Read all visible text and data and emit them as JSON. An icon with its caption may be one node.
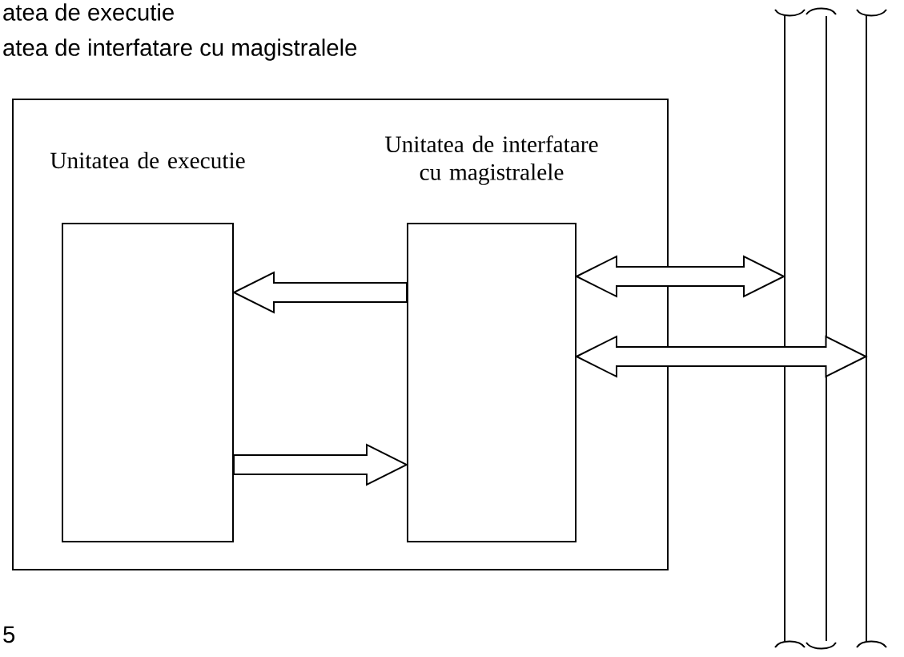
{
  "diagram": {
    "nodes": [
      {
        "text": [],
        "shape": "box"
      },
      {
        "text": [
          "Unitatea de executie"
        ],
        "in": 0
      },
      {
        "text": [
          "Unitatea de interfatare cu magistralele"
        ],
        "in": 0
      },
      {
        "text": [],
        "shape": "bar"
      },
      {
        "text": [],
        "shape": "bar"
      }
    ],
    "edges": [
      {
        "from": 2,
        "to": 1,
        "arrow": "to"
      },
      {
        "from": 1,
        "to": 2,
        "arrow": "to"
      },
      {
        "from": 2,
        "to": 3,
        "arrow": "both"
      },
      {
        "from": 2,
        "to": 4,
        "arrow": "both"
      }
    ],
    "labels": [
      "atea de executie",
      "atea de interfatare cu magistralele",
      "5"
    ]
  }
}
